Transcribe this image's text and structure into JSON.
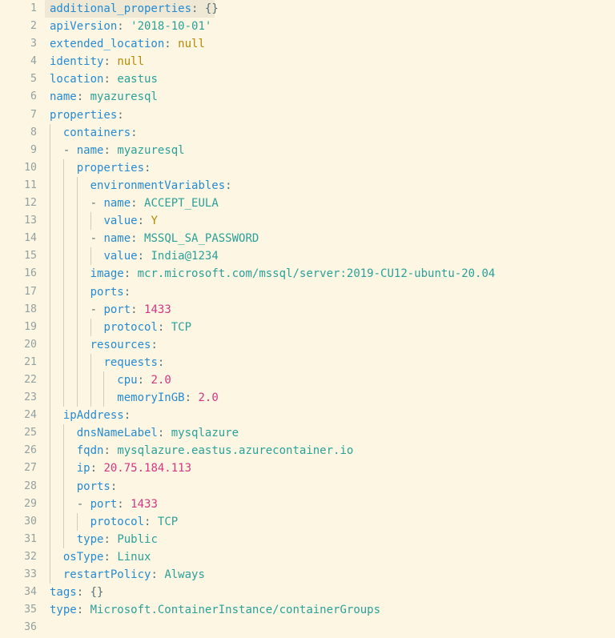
{
  "viewer": {
    "language": "yaml",
    "theme": "solarized-light",
    "total_lines": 36,
    "first_line_number": 1,
    "highlighted_line": 1,
    "colors": {
      "background": "#fdf6e3",
      "gutter_text": "#93a1a1",
      "highlight_band": "#eee8d5",
      "indent_guide": "#d3cdb4",
      "key": "#268bd2",
      "punctuation": "#586e75",
      "string": "#2aa198",
      "number": "#d33682",
      "constant": "#b58900",
      "plain_text": "#657b83"
    }
  },
  "lines": [
    {
      "number": "1",
      "indent": 0,
      "guides": 0,
      "highlight": true,
      "highlight_width": 212,
      "tokens": [
        {
          "t": "key",
          "v": "additional_properties"
        },
        {
          "t": "punct",
          "v": ":"
        },
        {
          "t": "plain",
          "v": " "
        },
        {
          "t": "empty",
          "v": "{}"
        }
      ]
    },
    {
      "number": "2",
      "indent": 0,
      "guides": 0,
      "tokens": [
        {
          "t": "key",
          "v": "apiVersion"
        },
        {
          "t": "punct",
          "v": ":"
        },
        {
          "t": "plain",
          "v": " "
        },
        {
          "t": "str",
          "v": "'2018-10-01'"
        }
      ]
    },
    {
      "number": "3",
      "indent": 0,
      "guides": 0,
      "tokens": [
        {
          "t": "key",
          "v": "extended_location"
        },
        {
          "t": "punct",
          "v": ":"
        },
        {
          "t": "plain",
          "v": " "
        },
        {
          "t": "const",
          "v": "null"
        }
      ]
    },
    {
      "number": "4",
      "indent": 0,
      "guides": 0,
      "tokens": [
        {
          "t": "key",
          "v": "identity"
        },
        {
          "t": "punct",
          "v": ":"
        },
        {
          "t": "plain",
          "v": " "
        },
        {
          "t": "const",
          "v": "null"
        }
      ]
    },
    {
      "number": "5",
      "indent": 0,
      "guides": 0,
      "tokens": [
        {
          "t": "key",
          "v": "location"
        },
        {
          "t": "punct",
          "v": ":"
        },
        {
          "t": "plain",
          "v": " "
        },
        {
          "t": "str",
          "v": "eastus"
        }
      ]
    },
    {
      "number": "6",
      "indent": 0,
      "guides": 0,
      "tokens": [
        {
          "t": "key",
          "v": "name"
        },
        {
          "t": "punct",
          "v": ":"
        },
        {
          "t": "plain",
          "v": " "
        },
        {
          "t": "str",
          "v": "myazuresql"
        }
      ]
    },
    {
      "number": "7",
      "indent": 0,
      "guides": 0,
      "tokens": [
        {
          "t": "key",
          "v": "properties"
        },
        {
          "t": "punct",
          "v": ":"
        }
      ]
    },
    {
      "number": "8",
      "indent": 2,
      "guides": 1,
      "tokens": [
        {
          "t": "key",
          "v": "containers"
        },
        {
          "t": "punct",
          "v": ":"
        }
      ]
    },
    {
      "number": "9",
      "indent": 2,
      "guides": 1,
      "tokens": [
        {
          "t": "dash",
          "v": "- "
        },
        {
          "t": "key",
          "v": "name"
        },
        {
          "t": "punct",
          "v": ":"
        },
        {
          "t": "plain",
          "v": " "
        },
        {
          "t": "str",
          "v": "myazuresql"
        }
      ]
    },
    {
      "number": "10",
      "indent": 4,
      "guides": 2,
      "tokens": [
        {
          "t": "key",
          "v": "properties"
        },
        {
          "t": "punct",
          "v": ":"
        }
      ]
    },
    {
      "number": "11",
      "indent": 6,
      "guides": 3,
      "tokens": [
        {
          "t": "key",
          "v": "environmentVariables"
        },
        {
          "t": "punct",
          "v": ":"
        }
      ]
    },
    {
      "number": "12",
      "indent": 6,
      "guides": 3,
      "tokens": [
        {
          "t": "dash",
          "v": "- "
        },
        {
          "t": "key",
          "v": "name"
        },
        {
          "t": "punct",
          "v": ":"
        },
        {
          "t": "plain",
          "v": " "
        },
        {
          "t": "str",
          "v": "ACCEPT_EULA"
        }
      ]
    },
    {
      "number": "13",
      "indent": 8,
      "guides": 4,
      "tokens": [
        {
          "t": "key",
          "v": "value"
        },
        {
          "t": "punct",
          "v": ":"
        },
        {
          "t": "plain",
          "v": " "
        },
        {
          "t": "const",
          "v": "Y"
        }
      ]
    },
    {
      "number": "14",
      "indent": 6,
      "guides": 3,
      "tokens": [
        {
          "t": "dash",
          "v": "- "
        },
        {
          "t": "key",
          "v": "name"
        },
        {
          "t": "punct",
          "v": ":"
        },
        {
          "t": "plain",
          "v": " "
        },
        {
          "t": "str",
          "v": "MSSQL_SA_PASSWORD"
        }
      ]
    },
    {
      "number": "15",
      "indent": 8,
      "guides": 4,
      "tokens": [
        {
          "t": "key",
          "v": "value"
        },
        {
          "t": "punct",
          "v": ":"
        },
        {
          "t": "plain",
          "v": " "
        },
        {
          "t": "str",
          "v": "India@1234"
        }
      ]
    },
    {
      "number": "16",
      "indent": 6,
      "guides": 3,
      "tokens": [
        {
          "t": "key",
          "v": "image"
        },
        {
          "t": "punct",
          "v": ":"
        },
        {
          "t": "plain",
          "v": " "
        },
        {
          "t": "str",
          "v": "mcr.microsoft.com/mssql/server:2019-CU12-ubuntu-20.04"
        }
      ]
    },
    {
      "number": "17",
      "indent": 6,
      "guides": 3,
      "tokens": [
        {
          "t": "key",
          "v": "ports"
        },
        {
          "t": "punct",
          "v": ":"
        }
      ]
    },
    {
      "number": "18",
      "indent": 6,
      "guides": 3,
      "tokens": [
        {
          "t": "dash",
          "v": "- "
        },
        {
          "t": "key",
          "v": "port"
        },
        {
          "t": "punct",
          "v": ":"
        },
        {
          "t": "plain",
          "v": " "
        },
        {
          "t": "num",
          "v": "1433"
        }
      ]
    },
    {
      "number": "19",
      "indent": 8,
      "guides": 4,
      "tokens": [
        {
          "t": "key",
          "v": "protocol"
        },
        {
          "t": "punct",
          "v": ":"
        },
        {
          "t": "plain",
          "v": " "
        },
        {
          "t": "str",
          "v": "TCP"
        }
      ]
    },
    {
      "number": "20",
      "indent": 6,
      "guides": 3,
      "tokens": [
        {
          "t": "key",
          "v": "resources"
        },
        {
          "t": "punct",
          "v": ":"
        }
      ]
    },
    {
      "number": "21",
      "indent": 8,
      "guides": 4,
      "tokens": [
        {
          "t": "key",
          "v": "requests"
        },
        {
          "t": "punct",
          "v": ":"
        }
      ]
    },
    {
      "number": "22",
      "indent": 10,
      "guides": 5,
      "tokens": [
        {
          "t": "key",
          "v": "cpu"
        },
        {
          "t": "punct",
          "v": ":"
        },
        {
          "t": "plain",
          "v": " "
        },
        {
          "t": "num",
          "v": "2.0"
        }
      ]
    },
    {
      "number": "23",
      "indent": 10,
      "guides": 5,
      "tokens": [
        {
          "t": "key",
          "v": "memoryInGB"
        },
        {
          "t": "punct",
          "v": ":"
        },
        {
          "t": "plain",
          "v": " "
        },
        {
          "t": "num",
          "v": "2.0"
        }
      ]
    },
    {
      "number": "24",
      "indent": 2,
      "guides": 1,
      "tokens": [
        {
          "t": "key",
          "v": "ipAddress"
        },
        {
          "t": "punct",
          "v": ":"
        }
      ]
    },
    {
      "number": "25",
      "indent": 4,
      "guides": 2,
      "tokens": [
        {
          "t": "key",
          "v": "dnsNameLabel"
        },
        {
          "t": "punct",
          "v": ":"
        },
        {
          "t": "plain",
          "v": " "
        },
        {
          "t": "str",
          "v": "mysqlazure"
        }
      ]
    },
    {
      "number": "26",
      "indent": 4,
      "guides": 2,
      "tokens": [
        {
          "t": "key",
          "v": "fqdn"
        },
        {
          "t": "punct",
          "v": ":"
        },
        {
          "t": "plain",
          "v": " "
        },
        {
          "t": "str",
          "v": "mysqlazure.eastus.azurecontainer.io"
        }
      ]
    },
    {
      "number": "27",
      "indent": 4,
      "guides": 2,
      "tokens": [
        {
          "t": "key",
          "v": "ip"
        },
        {
          "t": "punct",
          "v": ":"
        },
        {
          "t": "plain",
          "v": " "
        },
        {
          "t": "num",
          "v": "20.75.184.113"
        }
      ]
    },
    {
      "number": "28",
      "indent": 4,
      "guides": 2,
      "tokens": [
        {
          "t": "key",
          "v": "ports"
        },
        {
          "t": "punct",
          "v": ":"
        }
      ]
    },
    {
      "number": "29",
      "indent": 4,
      "guides": 2,
      "tokens": [
        {
          "t": "dash",
          "v": "- "
        },
        {
          "t": "key",
          "v": "port"
        },
        {
          "t": "punct",
          "v": ":"
        },
        {
          "t": "plain",
          "v": " "
        },
        {
          "t": "num",
          "v": "1433"
        }
      ]
    },
    {
      "number": "30",
      "indent": 6,
      "guides": 3,
      "tokens": [
        {
          "t": "key",
          "v": "protocol"
        },
        {
          "t": "punct",
          "v": ":"
        },
        {
          "t": "plain",
          "v": " "
        },
        {
          "t": "str",
          "v": "TCP"
        }
      ]
    },
    {
      "number": "31",
      "indent": 4,
      "guides": 2,
      "tokens": [
        {
          "t": "key",
          "v": "type"
        },
        {
          "t": "punct",
          "v": ":"
        },
        {
          "t": "plain",
          "v": " "
        },
        {
          "t": "str",
          "v": "Public"
        }
      ]
    },
    {
      "number": "32",
      "indent": 2,
      "guides": 1,
      "tokens": [
        {
          "t": "key",
          "v": "osType"
        },
        {
          "t": "punct",
          "v": ":"
        },
        {
          "t": "plain",
          "v": " "
        },
        {
          "t": "str",
          "v": "Linux"
        }
      ]
    },
    {
      "number": "33",
      "indent": 2,
      "guides": 1,
      "tokens": [
        {
          "t": "key",
          "v": "restartPolicy"
        },
        {
          "t": "punct",
          "v": ":"
        },
        {
          "t": "plain",
          "v": " "
        },
        {
          "t": "str",
          "v": "Always"
        }
      ]
    },
    {
      "number": "34",
      "indent": 0,
      "guides": 0,
      "tokens": [
        {
          "t": "key",
          "v": "tags"
        },
        {
          "t": "punct",
          "v": ":"
        },
        {
          "t": "plain",
          "v": " "
        },
        {
          "t": "empty",
          "v": "{}"
        }
      ]
    },
    {
      "number": "35",
      "indent": 0,
      "guides": 0,
      "tokens": [
        {
          "t": "key",
          "v": "type"
        },
        {
          "t": "punct",
          "v": ":"
        },
        {
          "t": "plain",
          "v": " "
        },
        {
          "t": "str",
          "v": "Microsoft.ContainerInstance/containerGroups"
        }
      ]
    },
    {
      "number": "36",
      "indent": 0,
      "guides": 0,
      "tokens": []
    }
  ]
}
